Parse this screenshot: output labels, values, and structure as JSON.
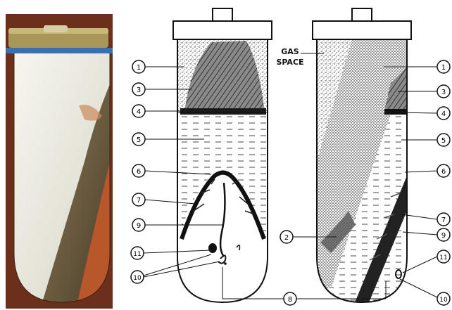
{
  "figure": {
    "photo_panel": {
      "background": "#6b2f1c",
      "cap_color": "#a9975a",
      "band_color": "#3d6fb0",
      "light_color": "#f2f0e6",
      "dark_color": "#6b5a3d",
      "orange_color": "#c5612a"
    },
    "gas_space_label": [
      "GAS",
      "SPACE"
    ],
    "callouts_left": [
      "1",
      "3",
      "4",
      "5",
      "6",
      "7",
      "9",
      "11",
      "10"
    ],
    "callouts_right": [
      "1",
      "3",
      "4",
      "5",
      "6",
      "7",
      "9",
      "11",
      "10"
    ],
    "callout_middle": "2",
    "callout_bottom": "8"
  }
}
